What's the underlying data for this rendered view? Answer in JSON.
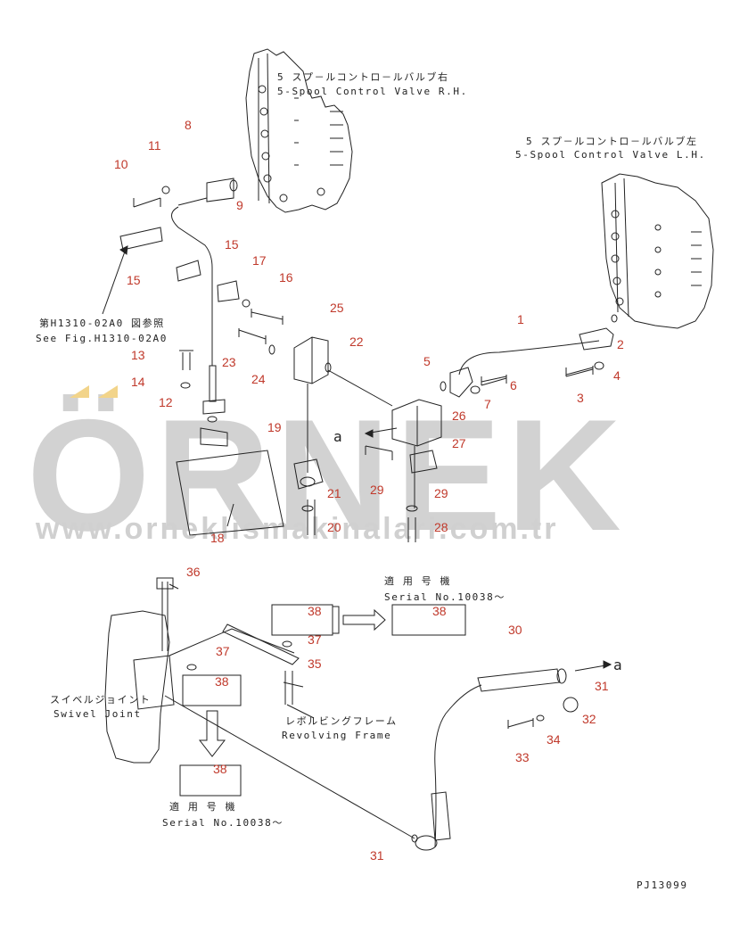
{
  "labels": {
    "cv_rh_jp": "5 スプ－ルコントロ－ルバルブ右",
    "cv_rh_en": "5-Spool Control Valve R.H.",
    "cv_lh_jp": "5 スプ－ルコントロ－ルバルブ左",
    "cv_lh_en": "5-Spool Control Valve L.H.",
    "see_fig_jp": "第H1310-02A0 図参照",
    "see_fig_en": "See Fig.H1310-02A0",
    "serial_jp_1": "適 用 号 機",
    "serial_en_1": "Serial No.10038～",
    "serial_jp_2": "適 用 号 機",
    "serial_en_2": "Serial No.10038～",
    "swivel_jp": "スイベルジョイント",
    "swivel_en": "Swivel Joint",
    "revolving_jp": "レボルビングフレーム",
    "revolving_en": "Revolving Frame",
    "arrow_a_1": "a",
    "arrow_a_2": "a",
    "drawing_no": "PJ13099"
  },
  "watermark": {
    "brand": "ÖRNEK",
    "url": "www.orneklismakinalari.com.tr",
    "color": "#cfcfcf",
    "accent": "#f2d48a"
  },
  "part_numbers": {
    "p1": "1",
    "p2": "2",
    "p3": "3",
    "p4": "4",
    "p5": "5",
    "p6": "6",
    "p7": "7",
    "p8": "8",
    "p9": "9",
    "p10": "10",
    "p11": "11",
    "p12": "12",
    "p13": "13",
    "p14": "14",
    "p15a": "15",
    "p15b": "15",
    "p16": "16",
    "p17": "17",
    "p18": "18",
    "p19": "19",
    "p20": "20",
    "p21": "21",
    "p22": "22",
    "p23": "23",
    "p24": "24",
    "p25": "25",
    "p26": "26",
    "p27": "27",
    "p28": "28",
    "p29a": "29",
    "p29b": "29",
    "p30": "30",
    "p31a": "31",
    "p31b": "31",
    "p32": "32",
    "p33": "33",
    "p34": "34",
    "p35": "35",
    "p36": "36",
    "p37a": "37",
    "p37b": "37",
    "p38a": "38",
    "p38b": "38",
    "p38c": "38",
    "p38d": "38"
  },
  "colors": {
    "part_number": "#c0392b",
    "line": "#222222"
  }
}
